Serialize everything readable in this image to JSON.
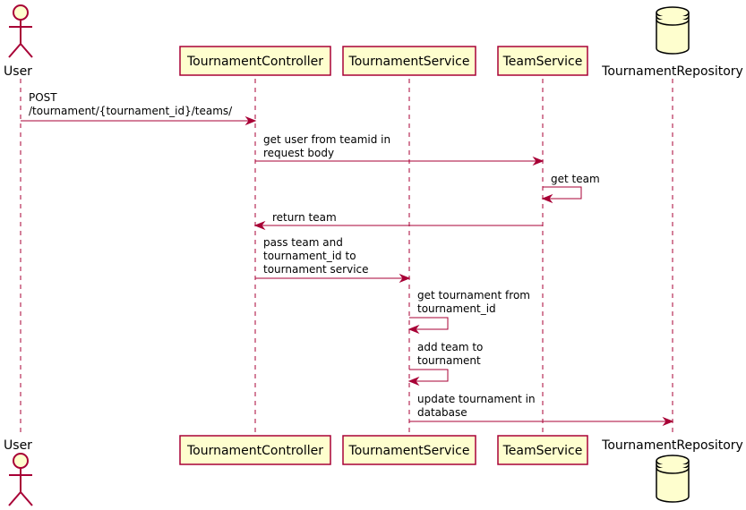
{
  "participants": {
    "user": "User",
    "controller": "TournamentController",
    "tservice": "TournamentService",
    "teamservice": "TeamService",
    "repository": "TournamentRepository"
  },
  "messages": [
    {
      "lines": [
        "POST",
        "/tournament/{tournament_id}/teams/"
      ]
    },
    {
      "lines": [
        "get user from teamid in",
        "request body"
      ]
    },
    {
      "lines": [
        "get team"
      ]
    },
    {
      "lines": [
        "return team"
      ]
    },
    {
      "lines": [
        "pass team and",
        "tournament_id to",
        "tournament service"
      ]
    },
    {
      "lines": [
        "get tournament from",
        "tournament_id"
      ]
    },
    {
      "lines": [
        "add team to",
        "tournament"
      ]
    },
    {
      "lines": [
        "update tournament in",
        "database"
      ]
    }
  ],
  "colors": {
    "line": "#A80036",
    "box_fill": "#FEFECE"
  }
}
